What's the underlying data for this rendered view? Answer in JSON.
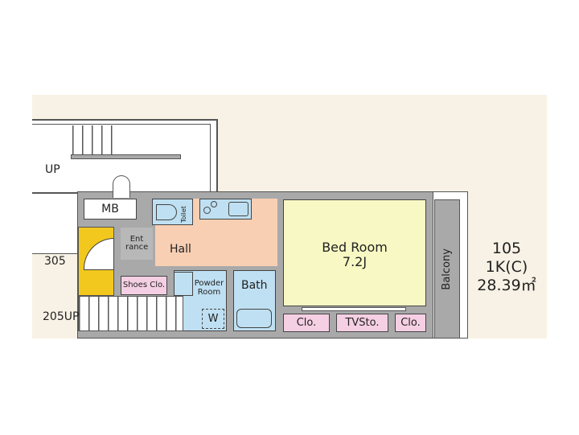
{
  "plan": {
    "unit_number": "105",
    "layout_type": "1K(C)",
    "area": "28.39㎡",
    "rooms": {
      "mb": "MB",
      "toilet": "Toilet",
      "hall": "Hall",
      "entrance": "Ent rance",
      "shoes": "Shoes Clo.",
      "powder": "Powder Room",
      "washer": "W",
      "bath": "Bath",
      "bedroom": "Bed Room",
      "bedroom_size": "7.2J",
      "clo1": "Clo.",
      "tvsto": "TVSto.",
      "clo2": "Clo.",
      "balcony": "Balcony"
    },
    "neighbors": {
      "up_top": "UP",
      "unit_305": "305",
      "unit_205_up": "205UP"
    }
  },
  "colors": {
    "entrance_door": "#f2c81e",
    "bedroom": "#f8f8c4",
    "hall": "#f8cfb3",
    "wet": "#bfe0f2",
    "storage": "#f5cfe3"
  }
}
